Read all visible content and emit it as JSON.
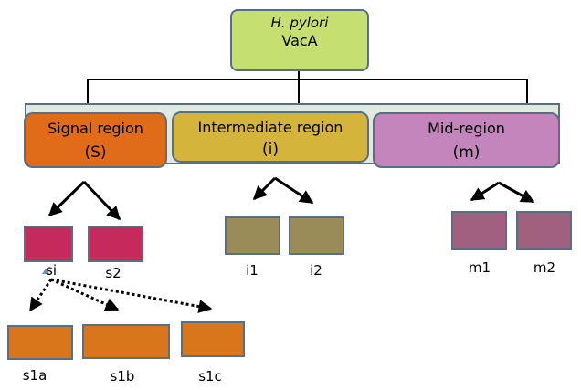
{
  "top": {
    "organism": "H. pylori",
    "toxin": "VacA",
    "burst_color": "#4a78c0"
  },
  "regions": [
    {
      "name": "Signal region",
      "abbr": "(S)",
      "color": "#e06c1a"
    },
    {
      "name": "Intermediate region",
      "abbr": "(i)",
      "color": "#d4b43a"
    },
    {
      "name": "Mid-region",
      "abbr": "(m)",
      "color": "#c484bc"
    }
  ],
  "variants": {
    "s1": "si",
    "s2": "s2",
    "i1": "i1",
    "i2": "i2",
    "m1": "m1",
    "m2": "m2",
    "s1a": "s1a",
    "s1b": "s1b",
    "s1c": "s1c"
  },
  "colors": {
    "s_variant": "#c62a5c",
    "i_variant": "#9a8c58",
    "m_variant": "#a0607e",
    "s1_subtype": "#d9751a",
    "region_band": "#dfeadd",
    "border": "#5a6e86"
  }
}
